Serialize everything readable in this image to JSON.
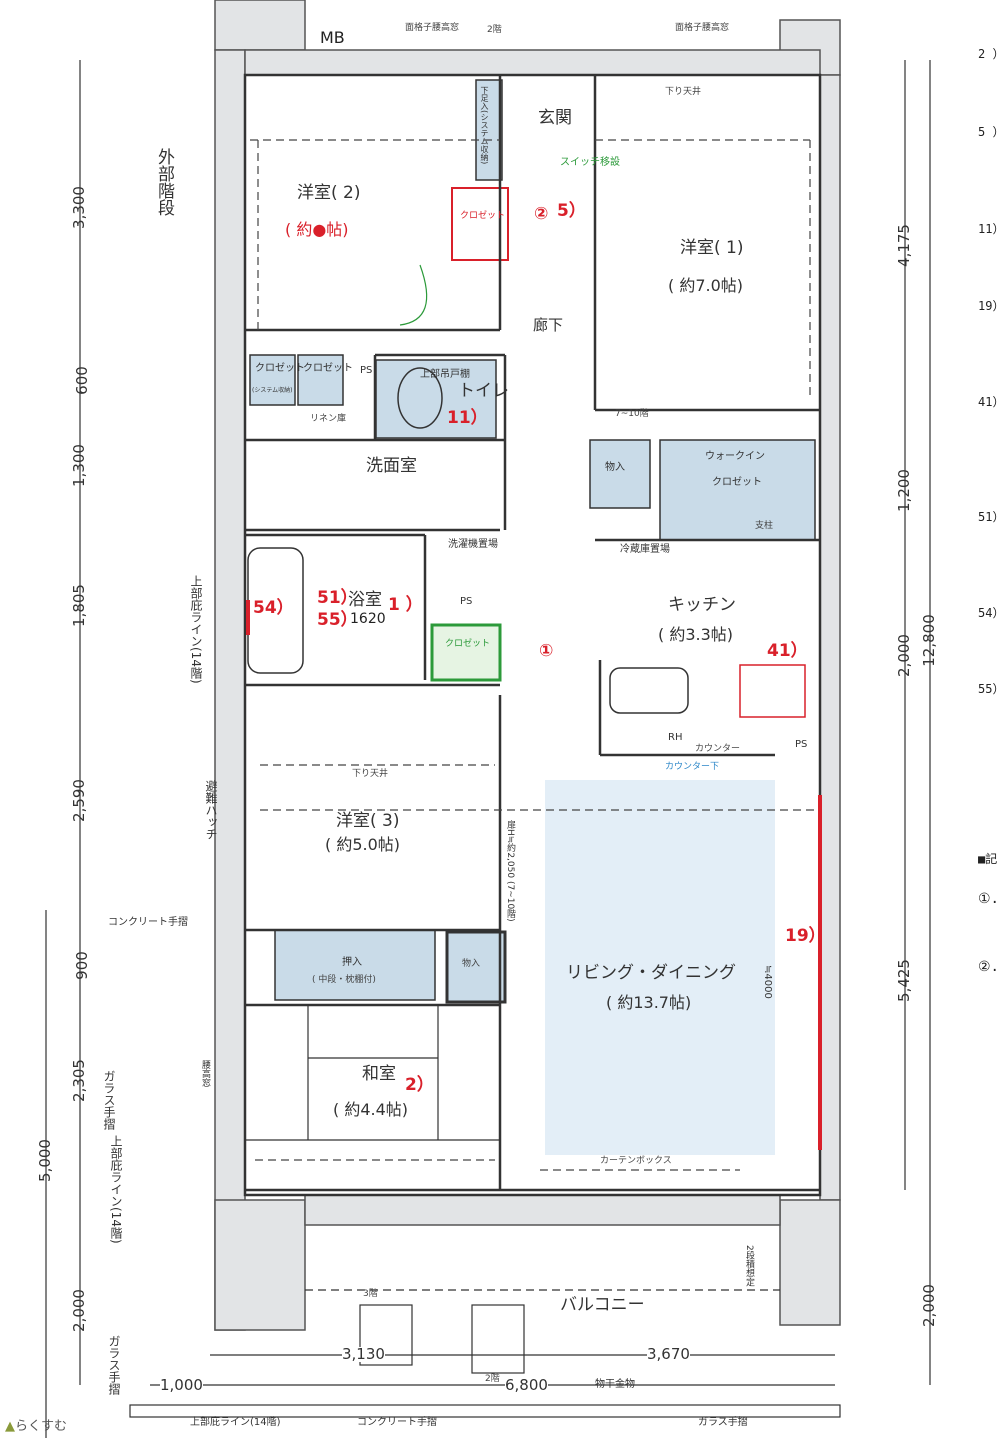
{
  "rooms": {
    "western2": {
      "name": "洋室( 2)",
      "area": "( 約●帖)"
    },
    "western1": {
      "name": "洋室( 1)",
      "area": "( 約7.0帖)"
    },
    "western3": {
      "name": "洋室( 3)",
      "area": "( 約5.0帖)"
    },
    "japanese": {
      "name": "和室",
      "area": "( 約4.4帖)"
    },
    "kitchen": {
      "name": "キッチン",
      "area": "( 約3.3帖)"
    },
    "living": {
      "name": "リビング・ダイニング",
      "area": "( 約13.7帖)"
    },
    "entrance": "玄関",
    "hallway": "廊下",
    "toilet": "トイレ",
    "washroom": "洗面室",
    "bathroom": "浴室",
    "bath_size": "1620",
    "balcony": "バルコニー"
  },
  "storage": {
    "closet": "クロゼット",
    "system": "(システム収納)",
    "shoe_rack": "下足入(システム収納)",
    "storage": "物入",
    "walkin_1": "ウォークイン",
    "walkin_2": "クロゼット",
    "oshiire": "押入",
    "oshiire_sub": "( 中段・枕棚付)",
    "linen": "リネン庫",
    "washer": "洗濯機置場",
    "fridge": "冷蔵庫置場",
    "upper_shelf": "上部吊戸棚",
    "ps": "PS",
    "mb": "MB",
    "counter": "カウンター",
    "counter_under": "カウンター下",
    "curtain_box": "カーテンボックス",
    "pillar": "支柱",
    "rh": "RH"
  },
  "labels": {
    "lowered_ceiling": "下り天井",
    "window_grille": "面格子腰高窓",
    "floor2": "2階",
    "floor3": "3階",
    "floors_7_10": "7~10階",
    "switch_move": "スイッチ移設",
    "ext_stairs": "外部階段",
    "concrete_rail": "コンクリート手摺",
    "glass_rail": "ガラス手摺",
    "upper_eave": "上部庇ライン(14階)",
    "escape_hatch": "避難ハッチ",
    "door_height": "扉H≒約2,050 (7~10階)",
    "waist_window": "腰高窓",
    "dryer": "物干金物",
    "approx_4000": "≒4000",
    "two_stage": "2段積想定"
  },
  "markers": {
    "m2": "2）",
    "m5": "5）",
    "m11": "11）",
    "m19": "19）",
    "m41": "41）",
    "m51": "51）",
    "m54": "54）",
    "m55": "55）",
    "m1": "1 ）",
    "m2j": "2）",
    "c1": "①",
    "c2": "②"
  },
  "dimensions": {
    "left": [
      "3,300",
      "600",
      "1,300",
      "1,805",
      "2,590",
      "900",
      "2,305",
      "2,000"
    ],
    "left_total": "5,000",
    "right": [
      "4,175",
      "1,200",
      "2,000",
      "5,425"
    ],
    "right_total": "12,800",
    "right_balcony": "2,000",
    "bottom": [
      "3,130",
      "3,670",
      "1,000",
      "6,800"
    ]
  },
  "notes": {
    "items": [
      "2 ）",
      "5 ）",
      "11）",
      "19）",
      "41）",
      "51）",
      "54）",
      "55）"
    ],
    "section": "■記",
    "circled": [
      "①.",
      "②."
    ]
  },
  "logo": "らくすむ",
  "colors": {
    "wall": "#e2e4e6",
    "storage": "#c9dbe8",
    "living": "#e3eef7",
    "red": "#d9202a",
    "green": "#2c9a3a",
    "blue": "#2a86c8"
  }
}
